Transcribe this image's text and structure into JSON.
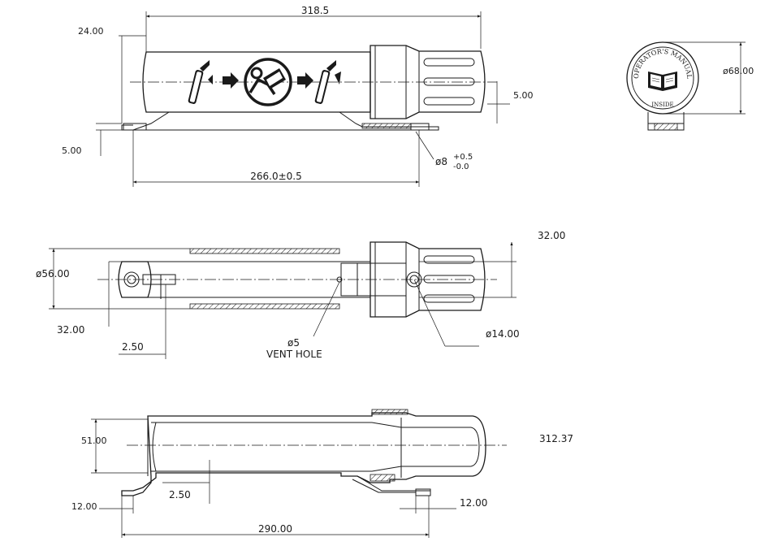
{
  "dimensions": {
    "overall_length": "318.5",
    "left_offset": "24.00",
    "right_step": "5.00",
    "bottom_step": "5.00",
    "mount_distance": "266.0±0.5",
    "hole_main": "ø8",
    "hole_tol_plus": "+0.5",
    "hole_tol_minus": "-0.0",
    "end_diameter": "ø68.00",
    "body_diameter": "ø56.00",
    "mount_width_top": "32.00",
    "mount_width_left": "32.00",
    "slot_offset": "2.50",
    "vent_hole_dia": "ø5",
    "vent_hole_label": "VENT HOLE",
    "cap_hole": "ø14.00",
    "section_height": "51.00",
    "section_length": "312.37",
    "wall": "2.50",
    "foot_left": "12.00",
    "foot_right": "12.00",
    "foot_span": "290.00"
  },
  "label_end_view": {
    "top_text": "OPERATOR'S MANUAL",
    "bottom_text": "INSIDE"
  }
}
